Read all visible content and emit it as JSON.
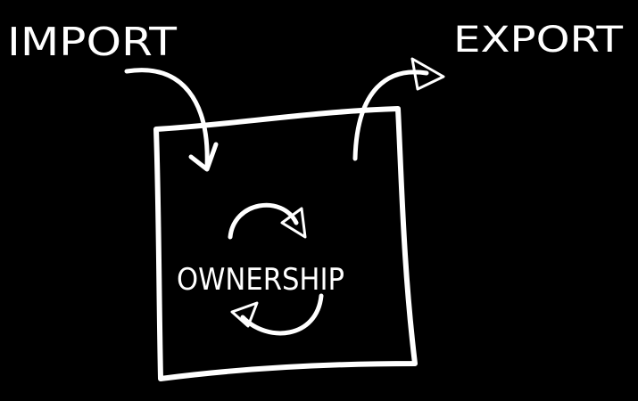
{
  "diagram": {
    "labels": {
      "import": "IMPORT",
      "export": "EXPORT",
      "center": "OWNERSHIP"
    },
    "colors": {
      "background": "#000000",
      "ink": "#ffffff"
    }
  }
}
